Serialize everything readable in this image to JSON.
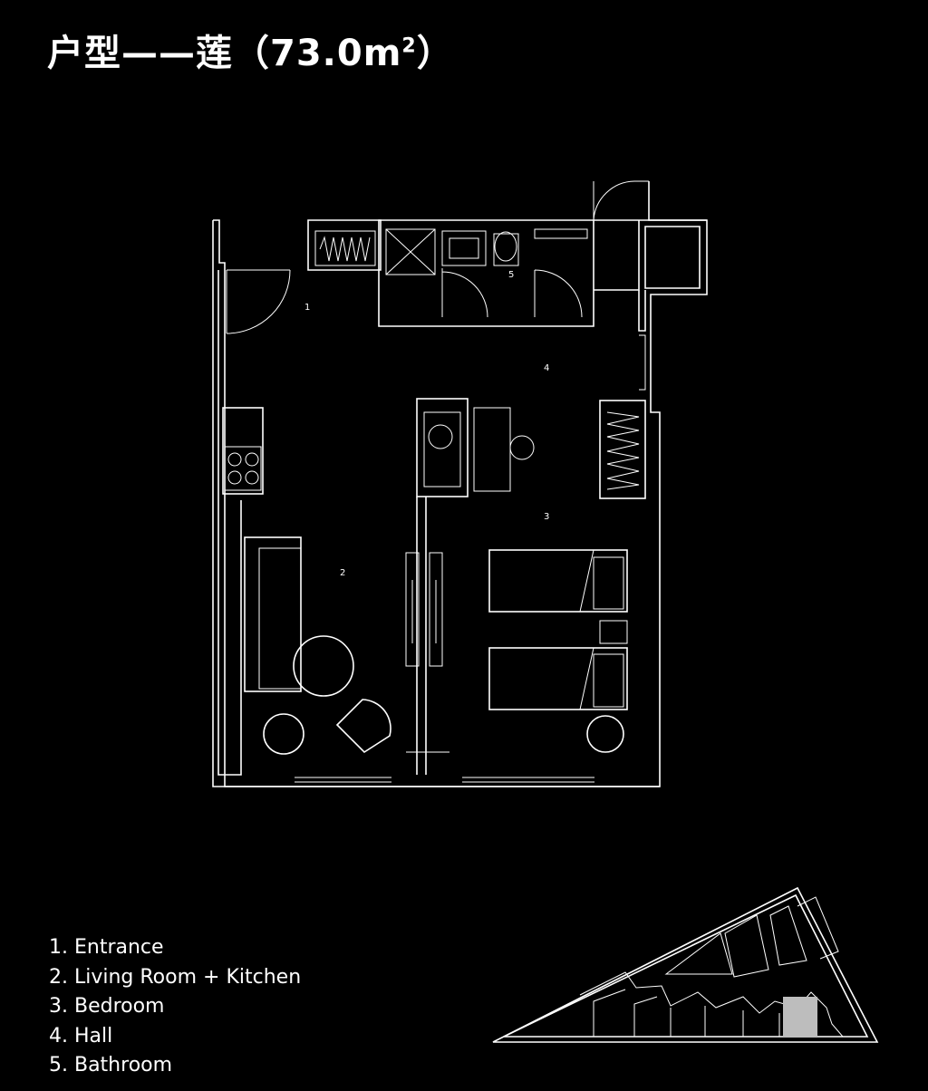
{
  "title": {
    "main": "户型——莲（73.0m",
    "sup": "2",
    "close": "）"
  },
  "room_labels": [
    "1",
    "2",
    "3",
    "4",
    "5"
  ],
  "legend": [
    "1.  Entrance",
    "2. Living Room + Kitchen",
    "3. Bedroom",
    "4. Hall",
    "5. Bathroom"
  ],
  "highlight_color": "#bdbdbd"
}
